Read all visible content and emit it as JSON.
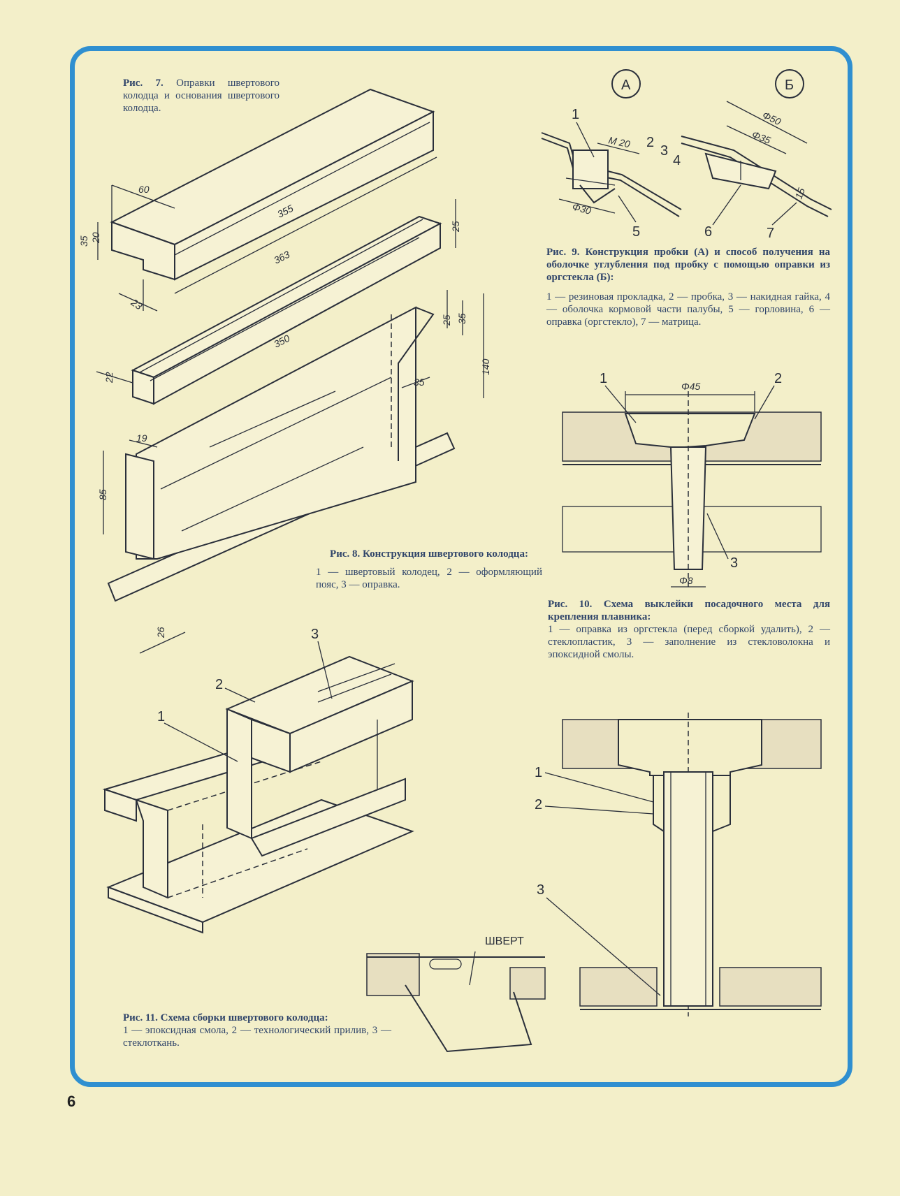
{
  "page_number": "6",
  "fig7": {
    "caption_title": "Рис. 7.",
    "caption_text": "Оправки швертового колодца и основания швертового колодца.",
    "dims": [
      "60",
      "35",
      "20",
      "23",
      "355",
      "363",
      "25"
    ]
  },
  "fig8": {
    "caption_title": "Рис. 8.",
    "caption_heading": "Конструкция швертового колодца:",
    "caption_items": "1 — швертовый колодец, 2 — оформляющий пояс, 3 — оправка.",
    "dims": [
      "350",
      "25",
      "35",
      "35",
      "140",
      "19",
      "85",
      "26",
      "22"
    ]
  },
  "fig9": {
    "marker_a": "А",
    "marker_b": "Б",
    "caption_title": "Рис. 9.",
    "caption_heading": "Конструкция пробки (А) и способ получения на оболочке углубления под пробку с помощью оправки из оргстекла (Б):",
    "caption_items": "1 — резиновая прокладка, 2 — пробка, 3 — накидная гайка, 4 — оболочка кормовой части палубы, 5 — горловина, 6 — оправка (оргстекло), 7 — матрица.",
    "dims": [
      "M 20",
      "Φ30",
      "Φ50",
      "Φ35",
      "15"
    ],
    "labels": [
      "1",
      "2",
      "3",
      "4",
      "5",
      "6",
      "7"
    ]
  },
  "fig10": {
    "caption_title": "Рис. 10.",
    "caption_heading": "Схема выклейки посадочного места для крепления плавника:",
    "caption_items": "1 — оправка из оргстекла (перед сборкой удалить), 2 — стеклопластик, 3 — заполнение из стекловолокна и эпоксидной смолы.",
    "dims": [
      "Φ45",
      "Φ8"
    ],
    "labels": [
      "1",
      "2",
      "3"
    ]
  },
  "fig11": {
    "caption_title": "Рис. 11.",
    "caption_heading": "Схема сборки швертового колодца:",
    "caption_items": "1 — эпоксидная смола, 2 — технологический прилив, 3 — стеклоткань.",
    "shvert_label": "ШВЕРТ",
    "labels": [
      "1",
      "2",
      "3"
    ]
  },
  "fig_assembly": {
    "labels": [
      "1",
      "2",
      "3"
    ]
  }
}
